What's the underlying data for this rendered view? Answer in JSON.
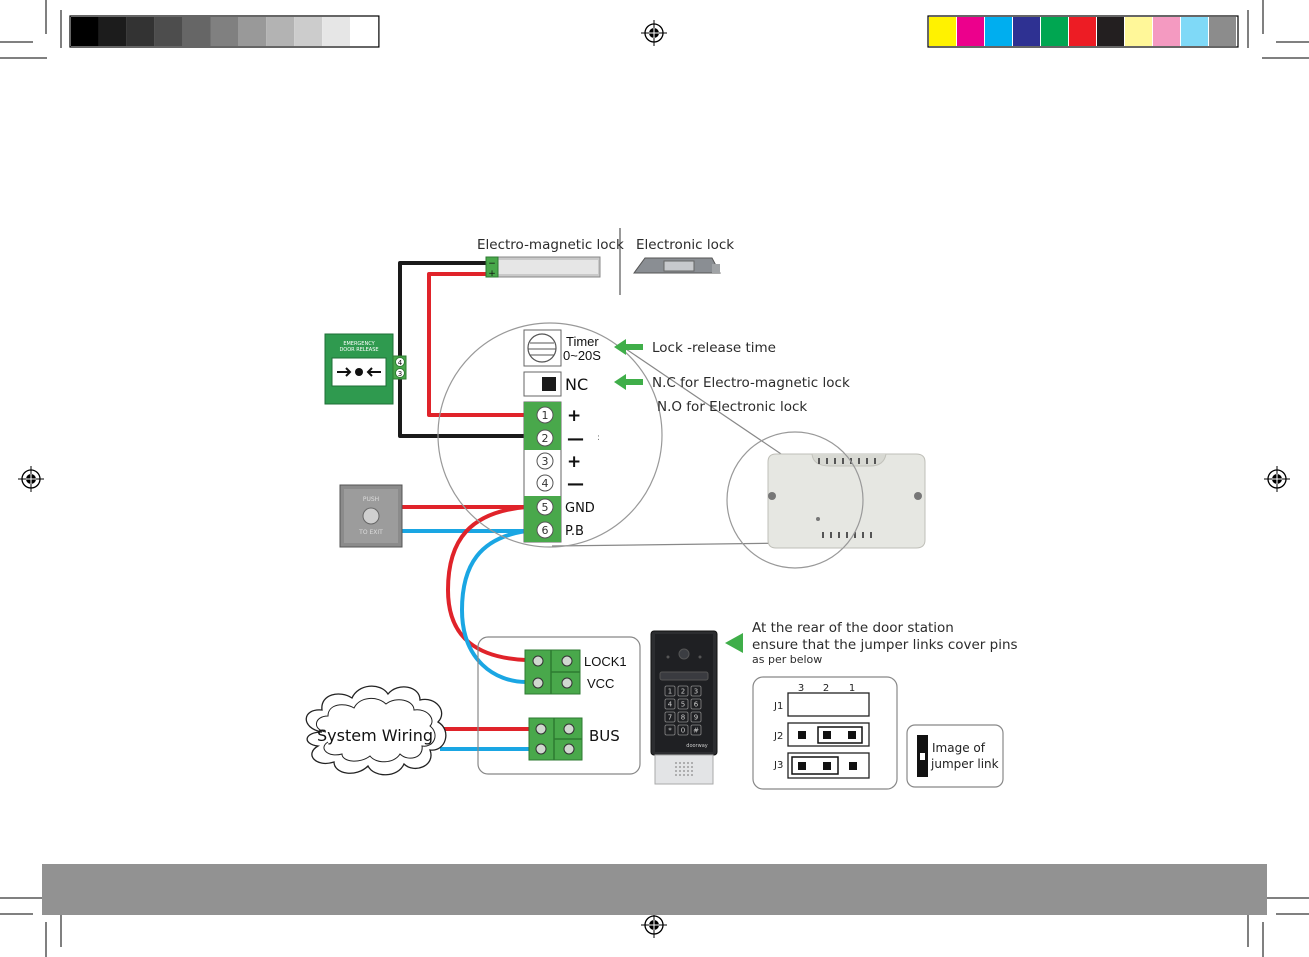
{
  "print_marks": {
    "grayscale_strip": [
      "#000000",
      "#1c1c1c",
      "#333333",
      "#4d4d4d",
      "#666666",
      "#808080",
      "#999999",
      "#b3b3b3",
      "#cccccc",
      "#e6e6e6",
      "#ffffff"
    ],
    "color_strip": [
      "#fff200",
      "#ec008c",
      "#00aeef",
      "#2e3192",
      "#00a651",
      "#ed1c24",
      "#231f20",
      "#fff799",
      "#f49ac1",
      "#7fd9f7",
      "#8c8c8c"
    ]
  },
  "locks": {
    "em_label": "Electro-magnetic lock",
    "el_label": "Electronic lock",
    "em_minus": "−",
    "em_plus": "+"
  },
  "emergency": {
    "line1": "EMERGENCY",
    "line2": "DOOR RELEASE",
    "pin_a": "4",
    "pin_b": "3"
  },
  "controller": {
    "timer_label": "Timer",
    "timer_range": "0~20S",
    "nc_label": "NC",
    "terminals": [
      {
        "num": "1",
        "label": "+"
      },
      {
        "num": "2",
        "label": "—"
      },
      {
        "num": "3",
        "label": "+"
      },
      {
        "num": "4",
        "label": "—"
      },
      {
        "num": "5",
        "label": "GND"
      },
      {
        "num": "6",
        "label": "P.B"
      }
    ],
    "tick_mark": ":"
  },
  "annotations": {
    "timer_note": "Lock -release time",
    "nc_note_1": "N.C for Electro-magnetic lock",
    "nc_note_2": "N.O for Electronic lock"
  },
  "exit_button": {
    "top": "PUSH",
    "bottom": "TO EXIT"
  },
  "door_station": {
    "terminals": [
      "LOCK1",
      "VCC"
    ],
    "bus_label": "BUS",
    "keys": [
      "1",
      "2",
      "3",
      "4",
      "5",
      "6",
      "7",
      "8",
      "9",
      "*",
      "0",
      "#"
    ],
    "brand": "doorway"
  },
  "system_wiring": "System Wiring",
  "jumper": {
    "note_1": "At the rear of the door station",
    "note_2": "ensure that the jumper links cover pins",
    "note_3": "as per below",
    "pin_numbers": [
      "3",
      "2",
      "1"
    ],
    "rows": [
      {
        "name": "J1"
      },
      {
        "name": "J2"
      },
      {
        "name": "J3"
      }
    ],
    "legend_1": "Image of",
    "legend_2": "jumper link"
  },
  "colors": {
    "wire_red": "#e0232a",
    "wire_blue": "#1aa6e3",
    "wire_black": "#1a1a1a",
    "terminal_green": "#49a84b",
    "arrow_green": "#3fae49",
    "footer_gray": "#929292"
  }
}
